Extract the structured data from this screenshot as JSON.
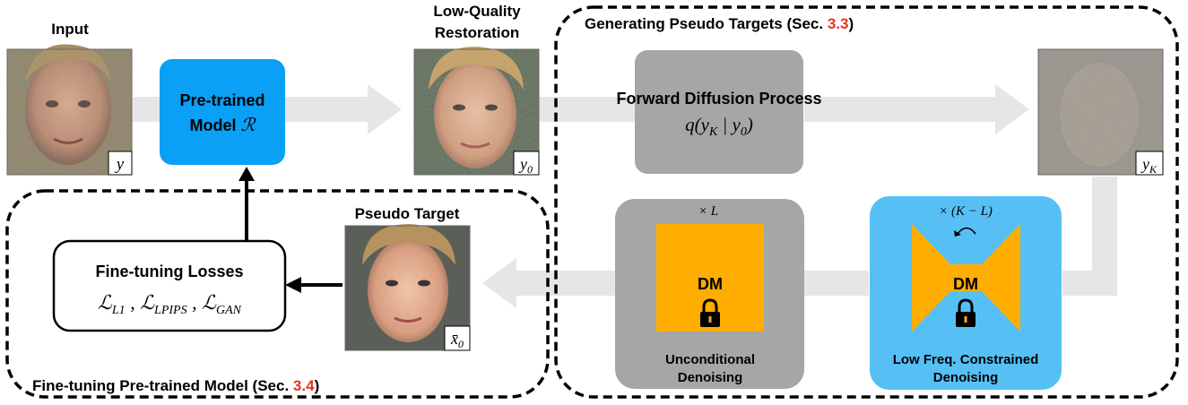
{
  "input": {
    "title": "Input",
    "tag": "y"
  },
  "restoration": {
    "title_line1": "Low-Quality",
    "title_line2": "Restoration",
    "tag": "y0"
  },
  "pretrained_model": {
    "line1": "Pre-trained",
    "line2": "Model",
    "symbol": "ℛ"
  },
  "generating_section": {
    "label": "Generating Pseudo Targets (Sec.",
    "ref": "3.3",
    "close": ")"
  },
  "finetuning_section": {
    "label": "Fine-tuning Pre-trained Model (Sec.",
    "ref": "3.4",
    "close": ")"
  },
  "forward_diffusion": {
    "title": "Forward Diffusion Process",
    "formula": "q(yK | y0)"
  },
  "noisy_image": {
    "tag": "yK"
  },
  "dm_unconditional": {
    "repeat": "× L",
    "name": "DM",
    "caption_line1": "Unconditional",
    "caption_line2": "Denoising"
  },
  "dm_constrained": {
    "repeat": "× (K − L)",
    "name": "DM",
    "caption_line1": "Low Freq. Constrained",
    "caption_line2": "Denoising"
  },
  "pseudo_target": {
    "title": "Pseudo Target",
    "tag": "x̄0"
  },
  "losses": {
    "title": "Fine-tuning Losses",
    "formula": "ℒL1 , ℒLPIPS , ℒGAN"
  },
  "colors": {
    "model_blue": "#0aa0f5",
    "constrained_blue": "#56c0f5",
    "gray_box": "#a6a6a6",
    "dm_orange": "#ffad00",
    "flow_arrow": "#e6e6e6",
    "accent_red": "#e8321e"
  }
}
